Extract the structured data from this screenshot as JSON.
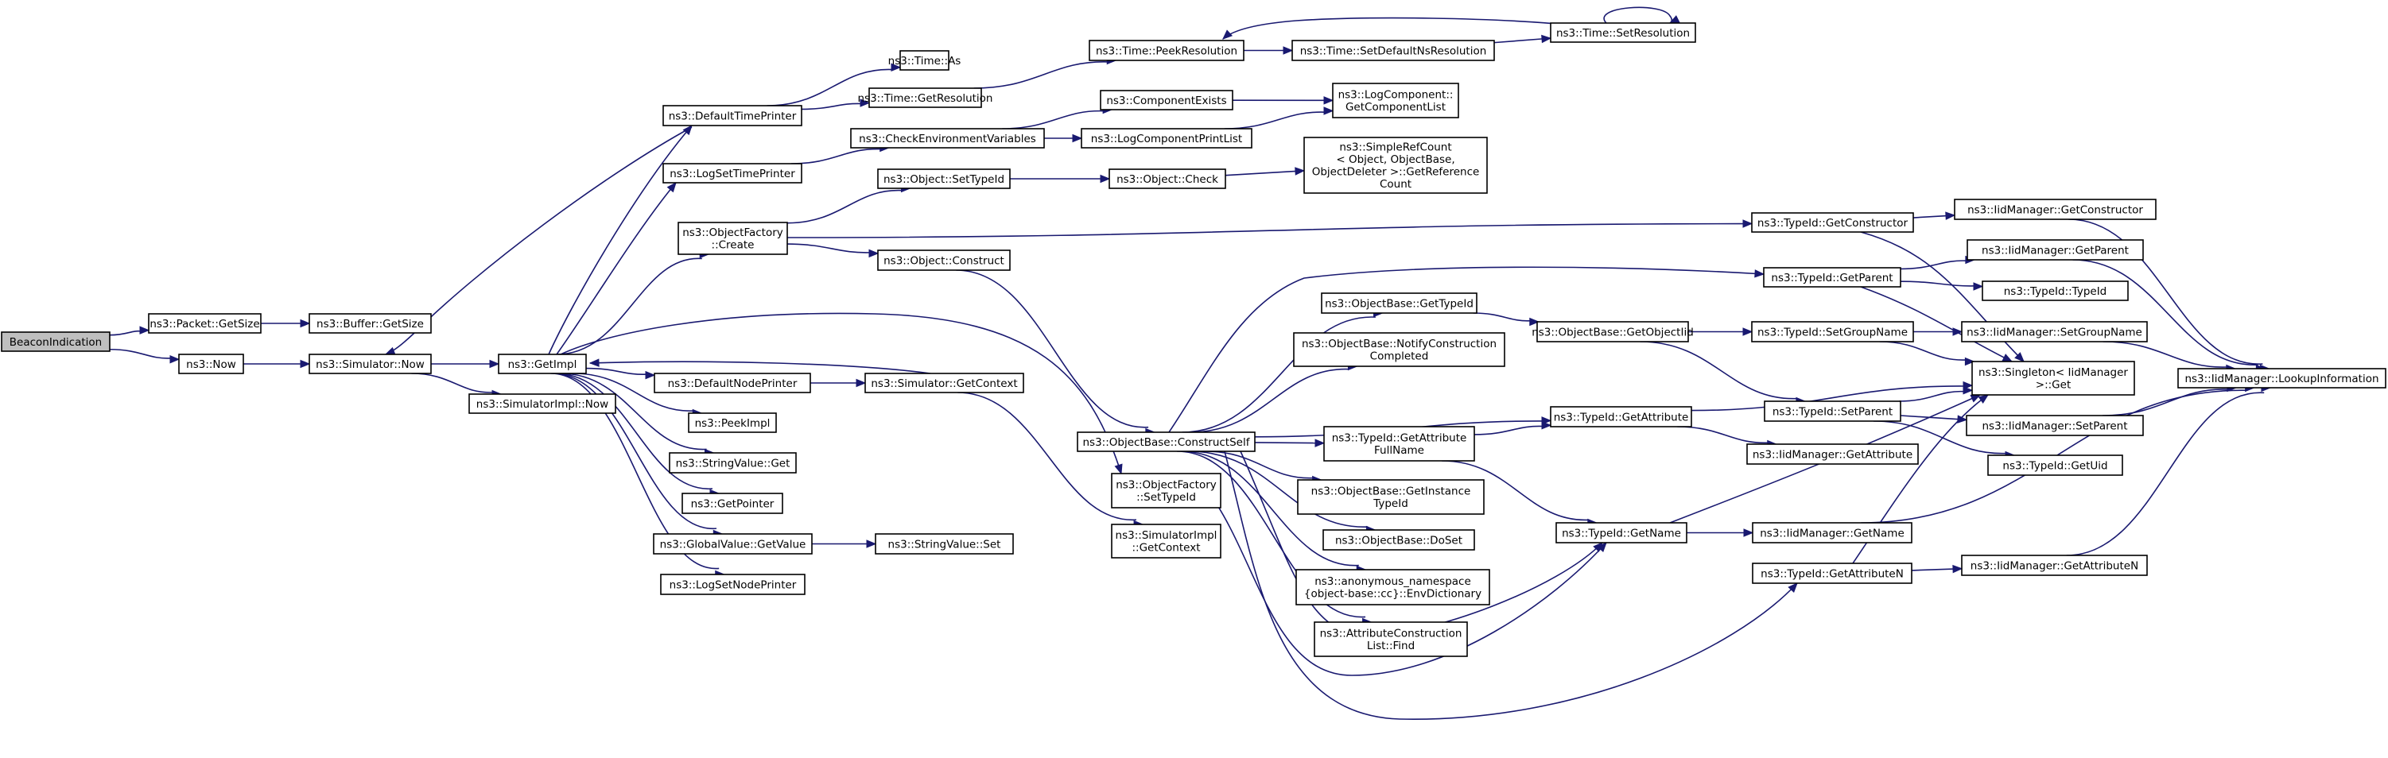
{
  "graph": {
    "nodes": [
      {
        "id": "beacon",
        "lines": [
          "BeaconIndication"
        ],
        "root": true
      },
      {
        "id": "packet_getsize",
        "lines": [
          "ns3::Packet::GetSize"
        ]
      },
      {
        "id": "buffer_getsize",
        "lines": [
          "ns3::Buffer::GetSize"
        ]
      },
      {
        "id": "now",
        "lines": [
          "ns3::Now"
        ]
      },
      {
        "id": "simulator_now",
        "lines": [
          "ns3::Simulator::Now"
        ]
      },
      {
        "id": "simimpl_now",
        "lines": [
          "ns3::SimulatorImpl::Now"
        ]
      },
      {
        "id": "getimpl",
        "lines": [
          "ns3::GetImpl"
        ]
      },
      {
        "id": "defaulttimeprinter",
        "lines": [
          "ns3::DefaultTimePrinter"
        ]
      },
      {
        "id": "time_as",
        "lines": [
          "ns3::Time::As"
        ]
      },
      {
        "id": "time_getresolution",
        "lines": [
          "ns3::Time::GetResolution"
        ]
      },
      {
        "id": "time_peekresolution",
        "lines": [
          "ns3::Time::PeekResolution"
        ]
      },
      {
        "id": "time_setdefaultns",
        "lines": [
          "ns3::Time::SetDefaultNsResolution"
        ]
      },
      {
        "id": "time_setresolution",
        "lines": [
          "ns3::Time::SetResolution"
        ]
      },
      {
        "id": "checkenv",
        "lines": [
          "ns3::CheckEnvironmentVariables"
        ]
      },
      {
        "id": "componentexists",
        "lines": [
          "ns3::ComponentExists"
        ]
      },
      {
        "id": "logcomponentprintlist",
        "lines": [
          "ns3::LogComponentPrintList"
        ]
      },
      {
        "id": "logcomponent_getlist",
        "lines": [
          "ns3::LogComponent::",
          "GetComponentList"
        ]
      },
      {
        "id": "logsettimeprinter",
        "lines": [
          "ns3::LogSetTimePrinter"
        ]
      },
      {
        "id": "object_settypeid",
        "lines": [
          "ns3::Object::SetTypeId"
        ]
      },
      {
        "id": "object_check",
        "lines": [
          "ns3::Object::Check"
        ]
      },
      {
        "id": "simplerefcount",
        "lines": [
          "ns3::SimpleRefCount",
          "< Object, ObjectBase,",
          "ObjectDeleter >::GetReference",
          "Count"
        ]
      },
      {
        "id": "objectfactory_create",
        "lines": [
          "ns3::ObjectFactory",
          "::Create"
        ]
      },
      {
        "id": "object_construct",
        "lines": [
          "ns3::Object::Construct"
        ]
      },
      {
        "id": "typeid_getconstructor",
        "lines": [
          "ns3::TypeId::GetConstructor"
        ]
      },
      {
        "id": "iidmgr_getconstructor",
        "lines": [
          "ns3::IidManager::GetConstructor"
        ]
      },
      {
        "id": "typeid_getparent",
        "lines": [
          "ns3::TypeId::GetParent"
        ]
      },
      {
        "id": "iidmgr_getparent",
        "lines": [
          "ns3::IidManager::GetParent"
        ]
      },
      {
        "id": "typeid_typeid",
        "lines": [
          "ns3::TypeId::TypeId"
        ]
      },
      {
        "id": "iidmgr_lookupinfo",
        "lines": [
          "ns3::IidManager::LookupInformation"
        ]
      },
      {
        "id": "defaultnodeprinter",
        "lines": [
          "ns3::DefaultNodePrinter"
        ]
      },
      {
        "id": "simulator_getcontext",
        "lines": [
          "ns3::Simulator::GetContext"
        ]
      },
      {
        "id": "peekimpl",
        "lines": [
          "ns3::PeekImpl"
        ]
      },
      {
        "id": "stringvalue_get",
        "lines": [
          "ns3::StringValue::Get"
        ]
      },
      {
        "id": "getpointer",
        "lines": [
          "ns3::GetPointer"
        ]
      },
      {
        "id": "globalvalue_getvalue",
        "lines": [
          "ns3::GlobalValue::GetValue"
        ]
      },
      {
        "id": "stringvalue_set",
        "lines": [
          "ns3::StringValue::Set"
        ]
      },
      {
        "id": "logsetnodeprinter",
        "lines": [
          "ns3::LogSetNodePrinter"
        ]
      },
      {
        "id": "objectbase_constructself",
        "lines": [
          "ns3::ObjectBase::ConstructSelf"
        ]
      },
      {
        "id": "objectfactory_settypeid",
        "lines": [
          "ns3::ObjectFactory",
          "::SetTypeId"
        ]
      },
      {
        "id": "simimpl_getcontext",
        "lines": [
          "ns3::SimulatorImpl",
          "::GetContext"
        ]
      },
      {
        "id": "objectbase_gettypeid",
        "lines": [
          "ns3::ObjectBase::GetTypeId"
        ]
      },
      {
        "id": "objectbase_notify",
        "lines": [
          "ns3::ObjectBase::NotifyConstruction",
          "Completed"
        ]
      },
      {
        "id": "objectbase_getobjectiid",
        "lines": [
          "ns3::ObjectBase::GetObjectIid"
        ]
      },
      {
        "id": "typeid_setgroupname",
        "lines": [
          "ns3::TypeId::SetGroupName"
        ]
      },
      {
        "id": "iidmgr_setgroupname",
        "lines": [
          "ns3::IidManager::SetGroupName"
        ]
      },
      {
        "id": "singleton_get",
        "lines": [
          "ns3::Singleton< IidManager",
          ">::Get"
        ]
      },
      {
        "id": "typeid_getattrfullname",
        "lines": [
          "ns3::TypeId::GetAttribute",
          "FullName"
        ]
      },
      {
        "id": "typeid_getattribute",
        "lines": [
          "ns3::TypeId::GetAttribute"
        ]
      },
      {
        "id": "typeid_setparent",
        "lines": [
          "ns3::TypeId::SetParent"
        ]
      },
      {
        "id": "iidmgr_setparent",
        "lines": [
          "ns3::IidManager::SetParent"
        ]
      },
      {
        "id": "typeid_getuid",
        "lines": [
          "ns3::TypeId::GetUid"
        ]
      },
      {
        "id": "iidmgr_getattribute",
        "lines": [
          "ns3::IidManager::GetAttribute"
        ]
      },
      {
        "id": "objectbase_getinstancetypeid",
        "lines": [
          "ns3::ObjectBase::GetInstance",
          "TypeId"
        ]
      },
      {
        "id": "typeid_getname",
        "lines": [
          "ns3::TypeId::GetName"
        ]
      },
      {
        "id": "iidmgr_getname",
        "lines": [
          "ns3::IidManager::GetName"
        ]
      },
      {
        "id": "objectbase_doset",
        "lines": [
          "ns3::ObjectBase::DoSet"
        ]
      },
      {
        "id": "typeid_getattributen",
        "lines": [
          "ns3::TypeId::GetAttributeN"
        ]
      },
      {
        "id": "iidmgr_getattributen",
        "lines": [
          "ns3::IidManager::GetAttributeN"
        ]
      },
      {
        "id": "envdictionary",
        "lines": [
          "ns3::anonymous_namespace",
          "{object-base::cc}::EnvDictionary"
        ]
      },
      {
        "id": "attrconstructionlist_find",
        "lines": [
          "ns3::AttributeConstruction",
          "List::Find"
        ]
      }
    ],
    "edges": [
      [
        "beacon",
        "packet_getsize"
      ],
      [
        "beacon",
        "now"
      ],
      [
        "packet_getsize",
        "buffer_getsize"
      ],
      [
        "now",
        "simulator_now"
      ],
      [
        "simulator_now",
        "getimpl"
      ],
      [
        "simulator_now",
        "simimpl_now"
      ],
      [
        "getimpl",
        "defaulttimeprinter"
      ],
      [
        "getimpl",
        "logsettimeprinter"
      ],
      [
        "getimpl",
        "objectfactory_create"
      ],
      [
        "getimpl",
        "objectfactory_settypeid"
      ],
      [
        "getimpl",
        "defaultnodeprinter"
      ],
      [
        "getimpl",
        "peekimpl"
      ],
      [
        "getimpl",
        "stringvalue_get"
      ],
      [
        "getimpl",
        "getpointer"
      ],
      [
        "getimpl",
        "globalvalue_getvalue"
      ],
      [
        "getimpl",
        "logsetnodeprinter"
      ],
      [
        "defaulttimeprinter",
        "simulator_now"
      ],
      [
        "defaulttimeprinter",
        "time_as"
      ],
      [
        "defaulttimeprinter",
        "time_getresolution"
      ],
      [
        "time_getresolution",
        "time_peekresolution"
      ],
      [
        "time_peekresolution",
        "time_setdefaultns"
      ],
      [
        "time_setdefaultns",
        "time_setresolution"
      ],
      [
        "time_setresolution",
        "time_peekresolution"
      ],
      [
        "time_setresolution",
        "time_setresolution"
      ],
      [
        "logsettimeprinter",
        "checkenv"
      ],
      [
        "checkenv",
        "componentexists"
      ],
      [
        "checkenv",
        "logcomponentprintlist"
      ],
      [
        "componentexists",
        "logcomponent_getlist"
      ],
      [
        "logcomponentprintlist",
        "logcomponent_getlist"
      ],
      [
        "objectfactory_create",
        "object_settypeid"
      ],
      [
        "objectfactory_create",
        "object_construct"
      ],
      [
        "objectfactory_create",
        "typeid_getconstructor"
      ],
      [
        "object_settypeid",
        "object_check"
      ],
      [
        "object_check",
        "simplerefcount"
      ],
      [
        "object_construct",
        "objectbase_constructself"
      ],
      [
        "typeid_getconstructor",
        "iidmgr_getconstructor"
      ],
      [
        "typeid_getconstructor",
        "singleton_get"
      ],
      [
        "iidmgr_getconstructor",
        "iidmgr_lookupinfo"
      ],
      [
        "typeid_getparent",
        "iidmgr_getparent"
      ],
      [
        "typeid_getparent",
        "typeid_typeid"
      ],
      [
        "typeid_getparent",
        "singleton_get"
      ],
      [
        "iidmgr_getparent",
        "iidmgr_lookupinfo"
      ],
      [
        "defaultnodeprinter",
        "simulator_getcontext"
      ],
      [
        "simulator_getcontext",
        "getimpl"
      ],
      [
        "simulator_getcontext",
        "simimpl_getcontext"
      ],
      [
        "globalvalue_getvalue",
        "stringvalue_set"
      ],
      [
        "objectbase_constructself",
        "typeid_getparent"
      ],
      [
        "objectbase_constructself",
        "objectbase_gettypeid"
      ],
      [
        "objectbase_constructself",
        "objectbase_notify"
      ],
      [
        "objectbase_constructself",
        "typeid_getattribute"
      ],
      [
        "objectbase_constructself",
        "typeid_getattrfullname"
      ],
      [
        "objectbase_constructself",
        "objectbase_getinstancetypeid"
      ],
      [
        "objectbase_constructself",
        "objectbase_doset"
      ],
      [
        "objectbase_constructself",
        "envdictionary"
      ],
      [
        "objectbase_constructself",
        "attrconstructionlist_find"
      ],
      [
        "objectbase_constructself",
        "typeid_getname"
      ],
      [
        "objectbase_constructself",
        "typeid_getattributen"
      ],
      [
        "objectfactory_settypeid",
        "typeid_getname"
      ],
      [
        "objectbase_gettypeid",
        "objectbase_getobjectiid"
      ],
      [
        "objectbase_getobjectiid",
        "typeid_setgroupname"
      ],
      [
        "objectbase_getobjectiid",
        "typeid_setparent"
      ],
      [
        "typeid_setgroupname",
        "iidmgr_setgroupname"
      ],
      [
        "typeid_setgroupname",
        "singleton_get"
      ],
      [
        "iidmgr_setgroupname",
        "iidmgr_lookupinfo"
      ],
      [
        "typeid_getattrfullname",
        "typeid_getattribute"
      ],
      [
        "typeid_getattrfullname",
        "typeid_getname"
      ],
      [
        "typeid_getattribute",
        "singleton_get"
      ],
      [
        "typeid_getattribute",
        "iidmgr_getattribute"
      ],
      [
        "typeid_setparent",
        "singleton_get"
      ],
      [
        "typeid_setparent",
        "iidmgr_setparent"
      ],
      [
        "typeid_setparent",
        "typeid_getuid"
      ],
      [
        "iidmgr_setparent",
        "iidmgr_lookupinfo"
      ],
      [
        "typeid_getname",
        "singleton_get"
      ],
      [
        "typeid_getname",
        "iidmgr_getname"
      ],
      [
        "iidmgr_getname",
        "iidmgr_lookupinfo"
      ],
      [
        "typeid_getattributen",
        "singleton_get"
      ],
      [
        "typeid_getattributen",
        "iidmgr_getattributen"
      ],
      [
        "iidmgr_getattributen",
        "iidmgr_lookupinfo"
      ]
    ]
  }
}
